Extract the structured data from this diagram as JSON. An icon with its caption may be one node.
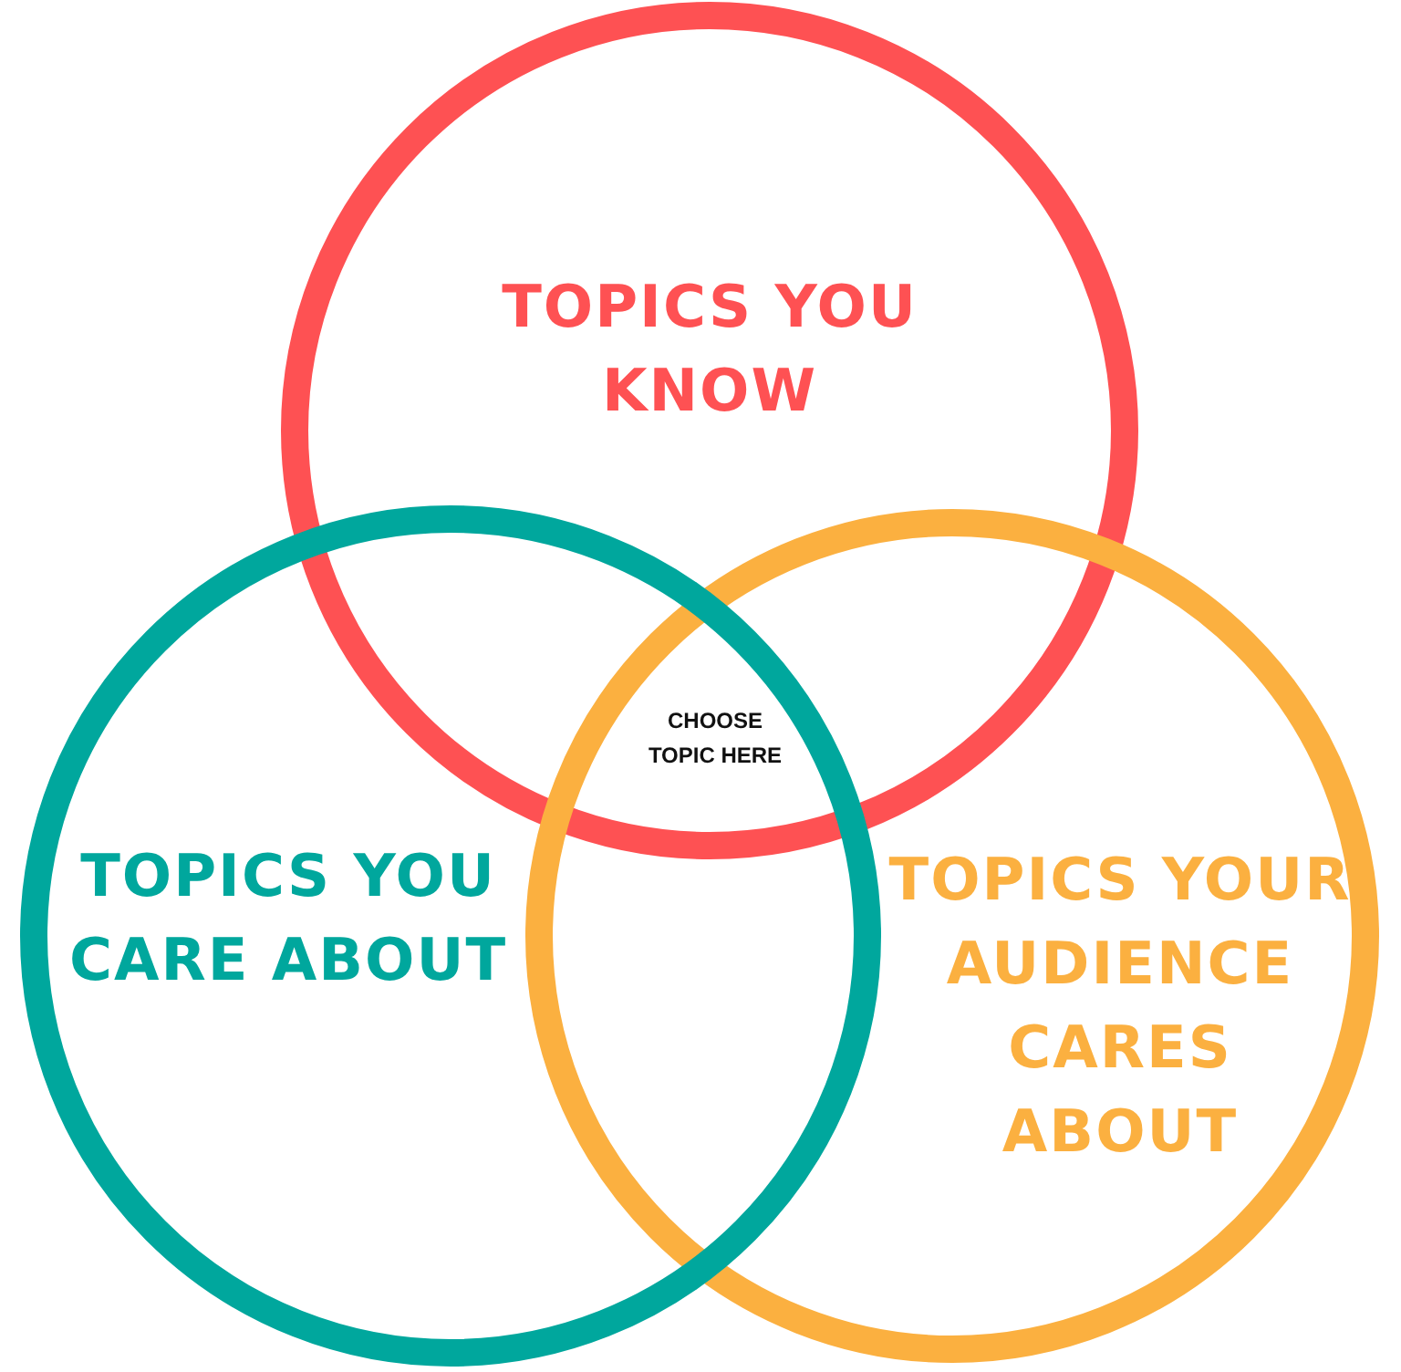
{
  "diagram": {
    "nodes": [
      {
        "text": [
          "TOPICS YOU KNOW"
        ]
      },
      {
        "text": [
          "TOPICS YOU CARE ABOUT"
        ]
      },
      {
        "text": [
          "TOPICS YOUR AUDIENCE CARES ABOUT"
        ]
      }
    ],
    "labels": [
      "CHOOSE TOPIC HERE"
    ]
  }
}
